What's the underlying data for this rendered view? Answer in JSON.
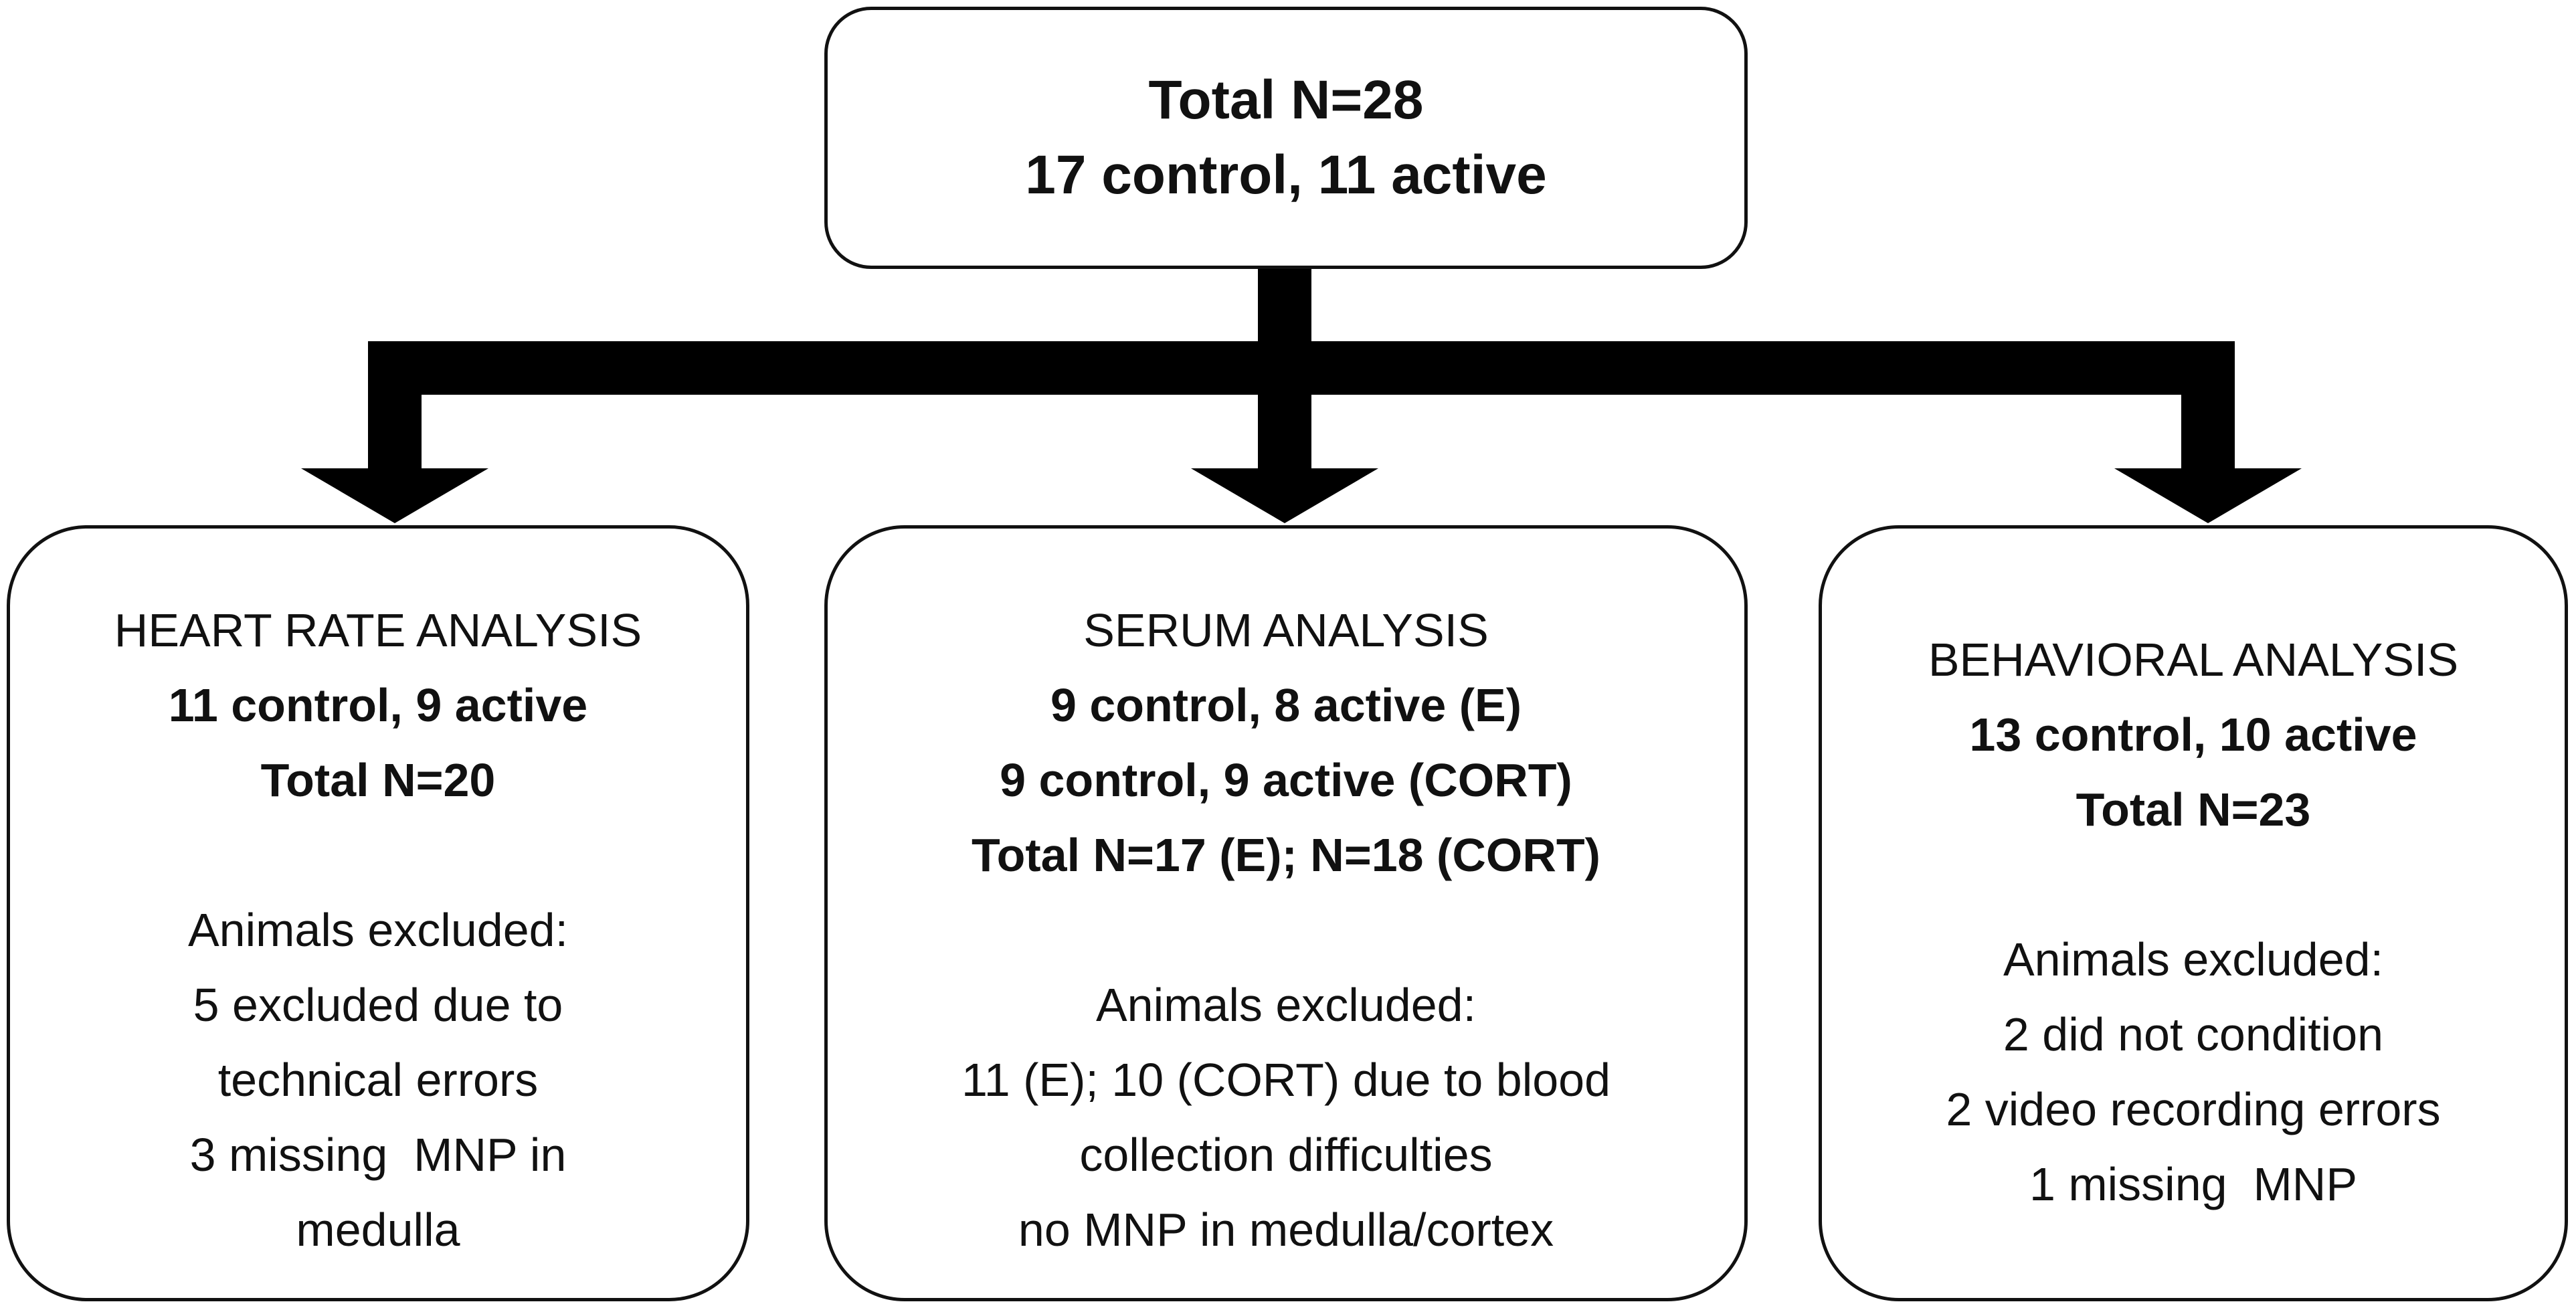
{
  "top": {
    "line1": "Total N=28",
    "line2": "17 control, 11 active"
  },
  "heart": {
    "title": "HEART RATE ANALYSIS",
    "counts": [
      "11 control, 9 active",
      "Total N=20"
    ],
    "excluded_header": "Animals excluded:",
    "excluded": [
      "5 excluded due to",
      "technical errors",
      "3 missing  MNP in",
      "medulla"
    ]
  },
  "serum": {
    "title": "SERUM ANALYSIS",
    "counts": [
      "9 control, 8 active (E)",
      "9 control, 9 active (CORT)",
      "Total N=17 (E); N=18 (CORT)"
    ],
    "excluded_header": "Animals excluded:",
    "excluded": [
      "11 (E); 10 (CORT) due to blood",
      "collection difficulties",
      "no MNP in medulla/cortex"
    ]
  },
  "behavioral": {
    "title": "BEHAVIORAL ANALYSIS",
    "counts": [
      "13 control, 10 active",
      "Total N=23"
    ],
    "excluded_header": "Animals excluded:",
    "excluded": [
      "2 did not condition",
      "2 video recording errors",
      "1 missing  MNP"
    ]
  }
}
